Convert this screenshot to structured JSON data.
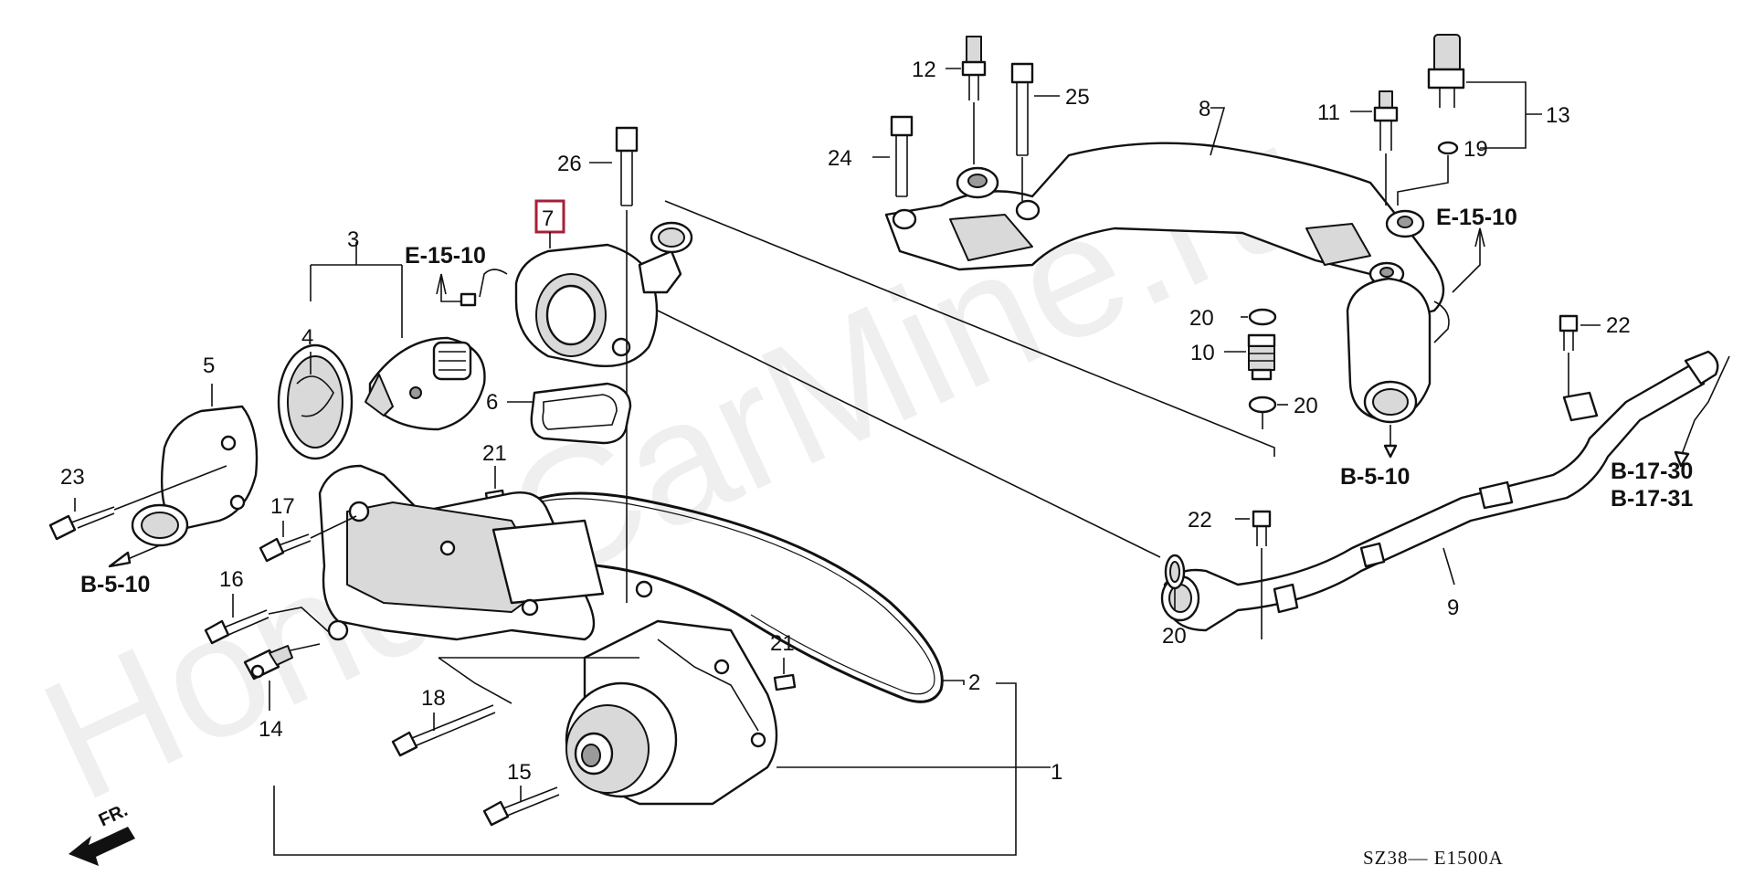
{
  "watermark": "HondaCarMine.ru",
  "diagram_code": "SZ38— E1500A",
  "front_label": "FR.",
  "highlighted_part": "7",
  "part_labels": {
    "p1": "1",
    "p2": "2",
    "p3": "3",
    "p4": "4",
    "p5": "5",
    "p6": "6",
    "p7": "7",
    "p8": "8",
    "p9": "9",
    "p10": "10",
    "p11": "11",
    "p12": "12",
    "p13": "13",
    "p14": "14",
    "p15": "15",
    "p16": "16",
    "p17": "17",
    "p18": "18",
    "p19": "19",
    "p20a": "20",
    "p20b": "20",
    "p20c": "20",
    "p21a": "21",
    "p21b": "21",
    "p22a": "22",
    "p22b": "22",
    "p23": "23",
    "p24": "24",
    "p25": "25",
    "p26": "26"
  },
  "references": {
    "e1510_left": "E-15-10",
    "e1510_right": "E-15-10",
    "b510_left": "B-5-10",
    "b510_right": "B-5-10",
    "b1730": "B-17-30",
    "b1731": "B-17-31"
  },
  "colors": {
    "highlight": "#a5203a",
    "line": "#111111"
  }
}
